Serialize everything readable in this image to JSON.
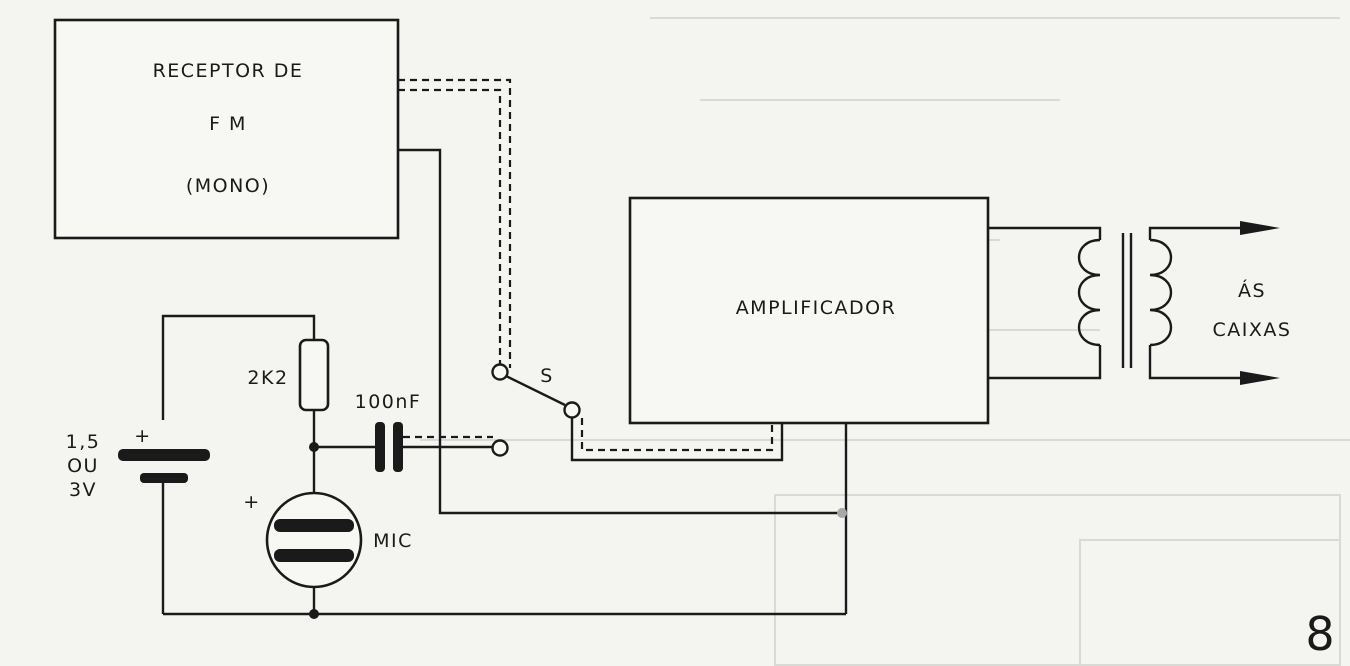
{
  "receiver": {
    "line1": "RECEPTOR DE",
    "line2": "F M",
    "line3": "(MONO)"
  },
  "amplifier": {
    "label": "AMPLIFICADOR"
  },
  "output": {
    "line1": "ÁS",
    "line2": "CAIXAS"
  },
  "components": {
    "resistor": "2K2",
    "capacitor": "100nF",
    "switch": "S",
    "battery_line1": "1,5",
    "battery_line2": "OU",
    "battery_line3": "3V",
    "microphone": "MIC",
    "plus": "+"
  },
  "figure_number": "8"
}
